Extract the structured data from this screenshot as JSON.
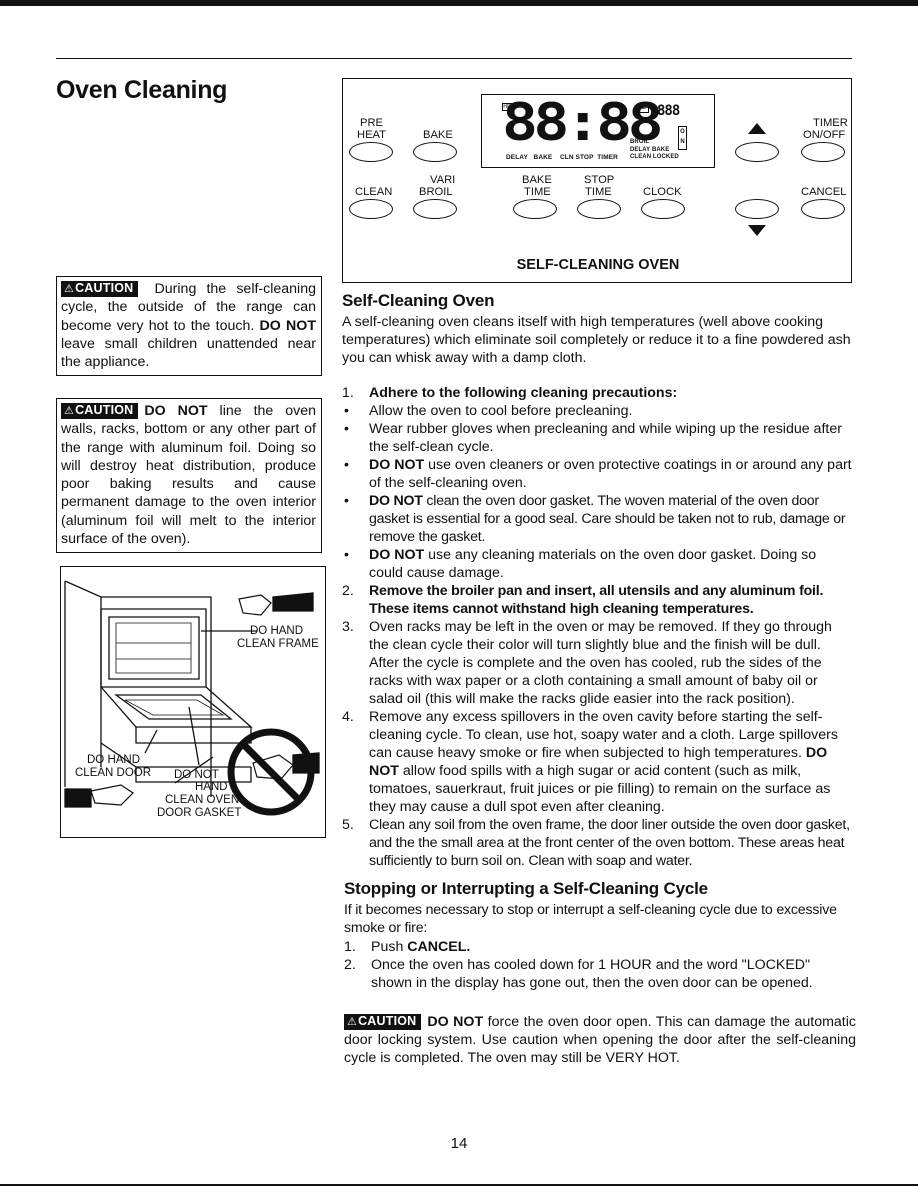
{
  "page": {
    "title": "Oven Cleaning",
    "page_number": "14"
  },
  "cautions": {
    "badge": "CAUTION",
    "c1_rest": " During the self-cleaning cycle, the outside of the range can become very hot to the touch. ",
    "c1_bold": "DO NOT",
    "c1_end": " leave small children unattended near the appliance.",
    "c2_bold": "DO NOT",
    "c2_rest": " line the oven walls, racks, bottom or any other part of the range with aluminum foil. Doing so will destroy heat distribution, produce poor baking results and cause permanent damage to the oven interior (aluminum foil will melt to the interior surface of the oven).",
    "c3_bold": "DO NOT",
    "c3_rest": " force the oven door open. This can damage the automatic door locking system. Use caution when opening the door after the self-cleaning cycle is completed. The oven may still be VERY HOT."
  },
  "panel": {
    "digits": "88:88",
    "small_digits": "888",
    "hr": "HR",
    "o": "O",
    "on": "O N",
    "broil": "BROIL",
    "delay_bake": "DELAY  BAKE",
    "clean_locked": "CLEAN  LOCKED",
    "status_row": "DELAY   BAKE    CLN STOP  TIMER",
    "pre": "PRE",
    "heat": "HEAT",
    "bake": "BAKE",
    "timer": "TIMER",
    "on_off": "ON/OFF",
    "vari": "VARI",
    "broil_btn": "BROIL",
    "clean": "CLEAN",
    "bake2": "BAKE",
    "time1": "TIME",
    "stop": "STOP",
    "time2": "TIME",
    "clock": "CLOCK",
    "cancel": "CANCEL",
    "caption": "SELF-CLEANING OVEN"
  },
  "self_cleaning": {
    "heading": "Self-Cleaning Oven",
    "intro": "A self-cleaning oven cleans itself with high temperatures (well above cooking temperatures) which eliminate soil completely or reduce it to a fine powdered ash you can whisk away with a damp cloth."
  },
  "steps": {
    "s1_num": "1.",
    "s1": "Adhere to the following cleaning precautions:",
    "b1": "Allow the oven to cool before precleaning.",
    "b2": "Wear rubber gloves when precleaning and while wiping up the residue after the self-clean cycle.",
    "b3_bold": "DO NOT",
    "b3": " use oven cleaners or oven protective coatings in or around any part of the self-cleaning oven.",
    "b4_bold": "DO NOT",
    "b4": " clean the oven door gasket. The woven material of the oven door gasket is essential for a good seal. Care should be taken not to rub, damage or remove the gasket.",
    "b5_bold": "DO NOT",
    "b5": " use any cleaning materials on the oven door gasket. Doing so could cause damage.",
    "bullet": "•",
    "s2_num": "2.",
    "s2": "Remove the broiler pan and insert, all utensils and any aluminum foil. These items cannot withstand high cleaning temperatures.",
    "s3_num": "3.",
    "s3": "Oven racks may be left in the oven or may be removed. If they go through the clean cycle their color will turn slightly blue and the finish will be dull. After the cycle is complete and the oven has cooled, rub the sides of the racks with wax paper or a cloth containing a small amount of baby oil or salad oil (this will make the racks glide easier into the rack position).",
    "s4_num": "4.",
    "s4a": "Remove any excess spillovers in the oven cavity before starting the self-cleaning cycle. To clean, use hot, soapy water and a cloth. Large spillovers can cause heavy smoke or fire when subjected to high temperatures. ",
    "s4_bold": "DO NOT",
    "s4b": " allow food spills with a high sugar or acid content (such as milk, tomatoes, sauerkraut, fruit juices or pie filling) to remain on the surface as they may cause a dull spot even after cleaning.",
    "s5_num": "5.",
    "s5": "Clean any soil from the oven frame, the door liner outside the oven door gasket, and the the small area at the front center of the oven bottom. These areas heat sufficiently to burn soil on. Clean with soap and water."
  },
  "stopping": {
    "heading": "Stopping or Interrupting a Self-Cleaning Cycle",
    "intro": "If it becomes necessary to stop or interrupt a self-cleaning cycle due to excessive smoke or fire:",
    "i1_num": "1.",
    "i1a": "Push ",
    "i1_bold": "CANCEL.",
    "i2_num": "2.",
    "i2": "Once the oven has cooled down for 1 HOUR and the word \"LOCKED\" shown in the display has gone out, then the oven door can be opened."
  },
  "figure": {
    "l1": "DO HAND",
    "l2": "CLEAN FRAME",
    "l3": "DO HAND",
    "l4": "CLEAN DOOR",
    "l5": "DO  NOT",
    "l6": "HAND",
    "l7": "CLEAN OVEN",
    "l8": "DOOR GASKET"
  }
}
